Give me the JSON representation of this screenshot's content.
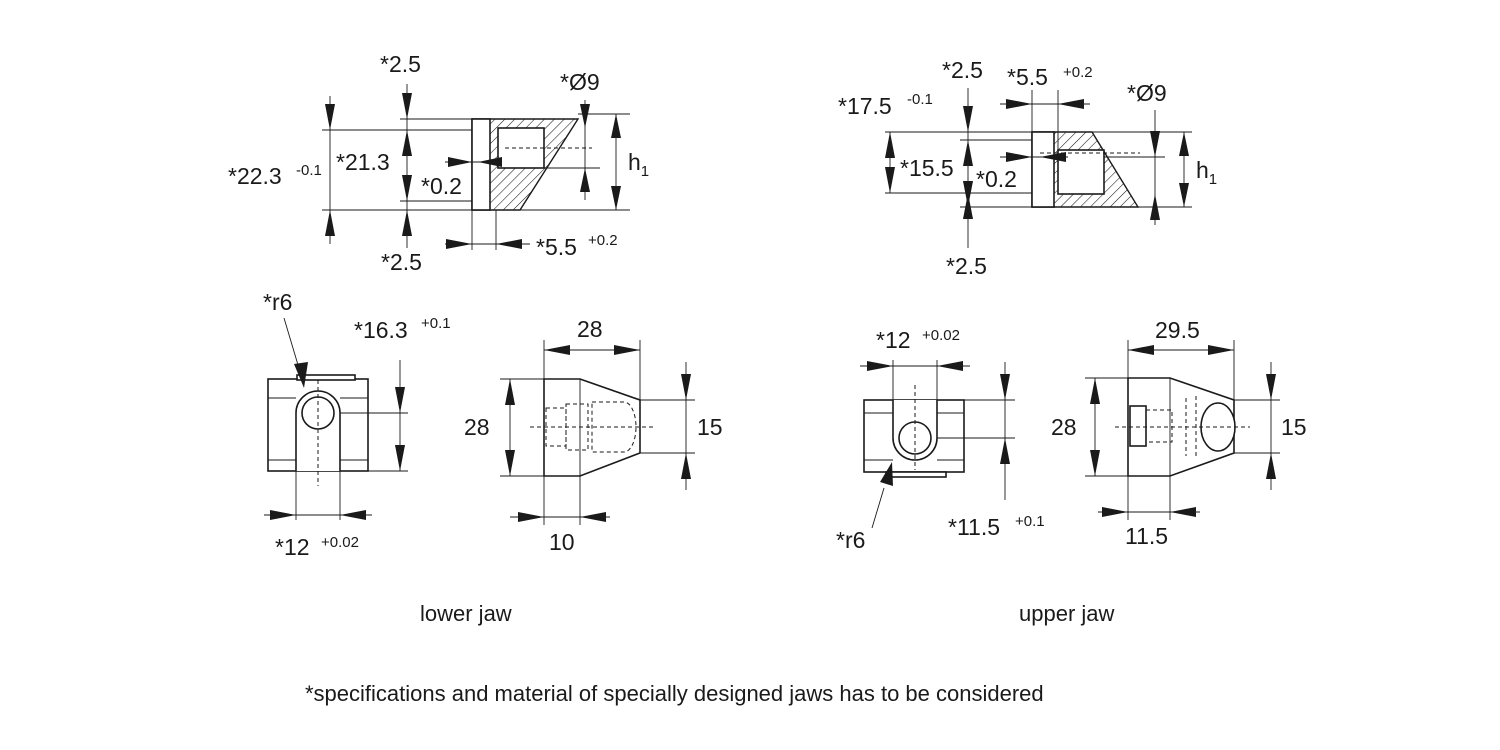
{
  "lower_jaw": {
    "caption": "lower jaw",
    "section": {
      "dim_22_3": "*22.3",
      "dim_22_3_tol": "-0.1",
      "dim_21_3": "*21.3",
      "dim_2_5_top": "*2.5",
      "dim_2_5_bottom": "*2.5",
      "dim_0_2": "*0.2",
      "dim_dia9": "*Ø9",
      "dim_h1": "h",
      "dim_h1_sub": "1",
      "dim_5_5": "*5.5",
      "dim_5_5_tol": "+0.2"
    },
    "front": {
      "dim_r6": "*r6",
      "dim_16_3": "*16.3",
      "dim_16_3_tol": "+0.1",
      "dim_12": "*12",
      "dim_12_tol": "+0.02"
    },
    "side": {
      "dim_28_top": "28",
      "dim_28_left": "28",
      "dim_15": "15",
      "dim_10": "10"
    }
  },
  "upper_jaw": {
    "caption": "upper jaw",
    "section": {
      "dim_17_5": "*17.5",
      "dim_17_5_tol": "-0.1",
      "dim_15_5": "*15.5",
      "dim_2_5_top": "*2.5",
      "dim_2_5_bottom": "*2.5",
      "dim_0_2": "*0.2",
      "dim_dia9": "*Ø9",
      "dim_h1": "h",
      "dim_h1_sub": "1",
      "dim_5_5": "*5.5",
      "dim_5_5_tol": "+0.2"
    },
    "front": {
      "dim_12": "*12",
      "dim_12_tol": "+0.02",
      "dim_r6": "*r6",
      "dim_11_5": "*11.5",
      "dim_11_5_tol": "+0.1"
    },
    "side": {
      "dim_29_5": "29.5",
      "dim_28": "28",
      "dim_15": "15",
      "dim_11_5": "11.5"
    }
  },
  "footnote": "*specifications and material of specially designed jaws has to be considered"
}
